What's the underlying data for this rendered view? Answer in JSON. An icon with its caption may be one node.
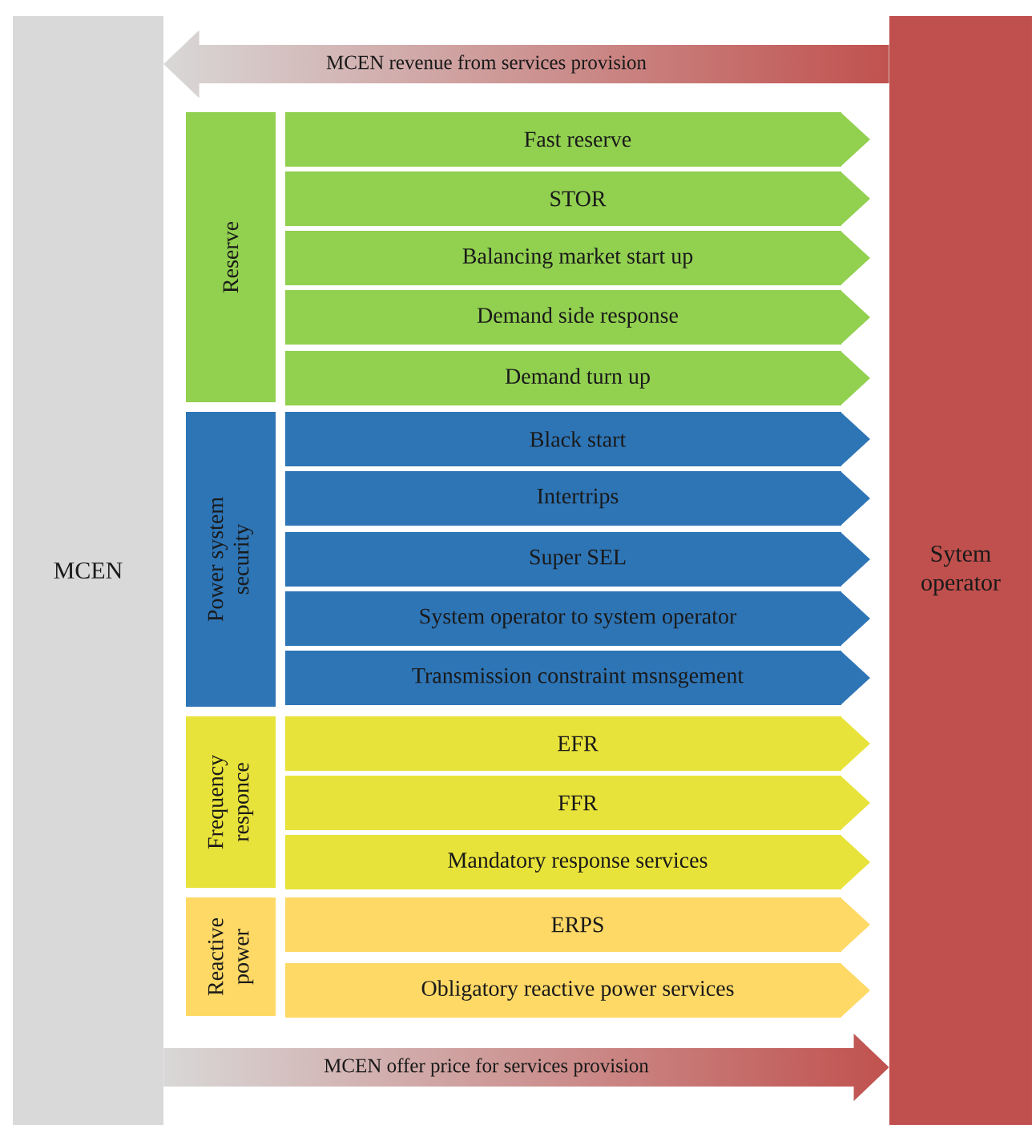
{
  "diagram": {
    "nodes": [
      {
        "text": [
          "MCEN"
        ]
      },
      {
        "text": [
          "Sytem operator"
        ]
      },
      {
        "text": [
          "Reserve"
        ]
      },
      {
        "text": [
          "Fast reserve"
        ]
      },
      {
        "text": [
          "STOR"
        ]
      },
      {
        "text": [
          "Balancing market start up"
        ]
      },
      {
        "text": [
          "Demand side response"
        ]
      },
      {
        "text": [
          "Demand turn up"
        ]
      },
      {
        "text": [
          "Power system security"
        ]
      },
      {
        "text": [
          "Black start"
        ]
      },
      {
        "text": [
          "Intertrips"
        ]
      },
      {
        "text": [
          "Super SEL"
        ]
      },
      {
        "text": [
          "System operator to system operator"
        ]
      },
      {
        "text": [
          "Transmission constraint msnsgement"
        ]
      },
      {
        "text": [
          "Frequency responce"
        ]
      },
      {
        "text": [
          "EFR"
        ]
      },
      {
        "text": [
          "FFR"
        ]
      },
      {
        "text": [
          "Mandatory response services"
        ]
      },
      {
        "text": [
          "Reactive power"
        ]
      },
      {
        "text": [
          "ERPS"
        ]
      },
      {
        "text": [
          "Obligatory reactive power services"
        ]
      }
    ],
    "edges": [
      {
        "from": 1,
        "to": 0,
        "arrow": "to",
        "label": "MCEN revenue from services provision"
      },
      {
        "from": 0,
        "to": 1,
        "arrow": "to",
        "label": "MCEN offer price for services provision"
      }
    ]
  }
}
